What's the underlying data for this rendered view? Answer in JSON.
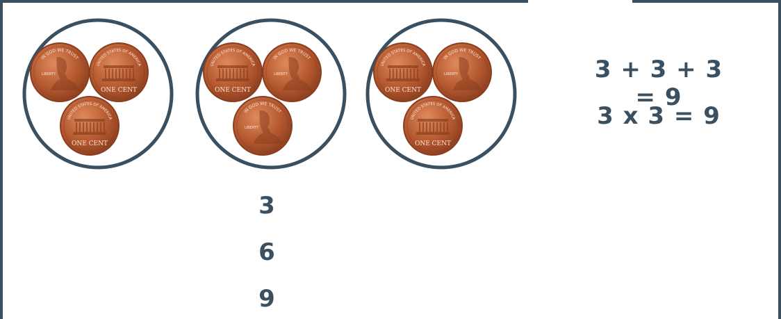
{
  "colors": {
    "ink": "#3a5061",
    "copper": "#b4582f",
    "copper_dark": "#8a3e1f",
    "copper_light": "#e08a5c"
  },
  "groups": [
    {
      "coins": [
        "head",
        "tail",
        "tail"
      ]
    },
    {
      "coins": [
        "tail",
        "head",
        "head"
      ]
    },
    {
      "coins": [
        "tail",
        "head",
        "tail"
      ]
    }
  ],
  "equations": [
    "3 + 3 + 3 = 9",
    "3 x 3 = 9"
  ],
  "skip_counts": [
    "3",
    "6",
    "9"
  ],
  "coin_text": {
    "top_head": "IN GOD WE TRUST",
    "liberty": "LIBERTY",
    "top_tail": "UNITED STATES OF AMERICA",
    "one_cent": "ONE CENT"
  }
}
